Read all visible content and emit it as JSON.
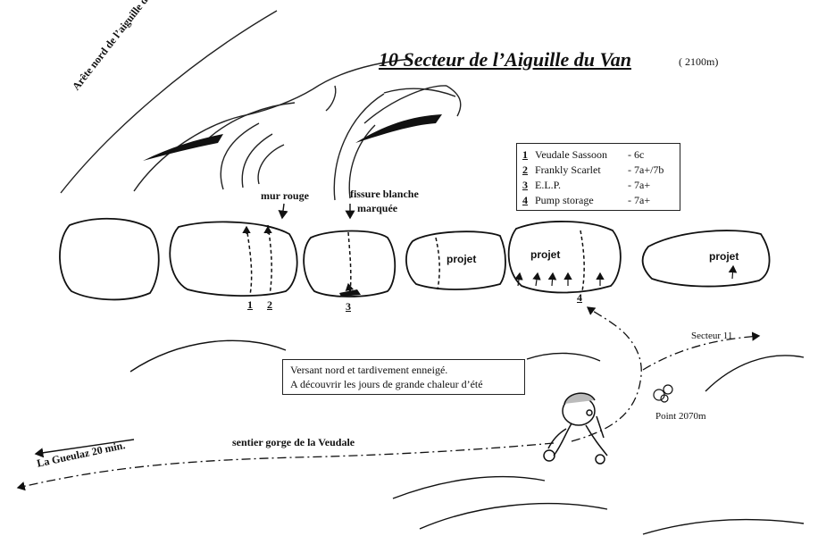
{
  "title": "10  Secteur de l’Aiguille du Van",
  "altitude": "( 2100m)",
  "labels": {
    "arete": "Arête nord de l’aiguille du Van",
    "mur_rouge": "mur rouge",
    "fissure_line1": "fissure blanche",
    "fissure_line2": "marquée",
    "projet": "projet",
    "secteur11": "Secteur 11",
    "point": "Point 2070m",
    "gueulaz": "La Gueulaz  20 min.",
    "sentier": "sentier gorge de la Veudale"
  },
  "route_numbers": [
    "1",
    "2",
    "3",
    "4"
  ],
  "routes": [
    {
      "num": "1",
      "name": "Veudale Sassoon",
      "grade": "- 6c"
    },
    {
      "num": "2",
      "name": "Frankly Scarlet",
      "grade": "- 7a+/7b"
    },
    {
      "num": "3",
      "name": "E.L.P.",
      "grade": "- 7a+"
    },
    {
      "num": "4",
      "name": "Pump storage",
      "grade": "- 7a+"
    }
  ],
  "note": {
    "line1": "Versant nord et tardivement enneigé.",
    "line2": "A découvrir les jours de grande chaleur d’été"
  }
}
